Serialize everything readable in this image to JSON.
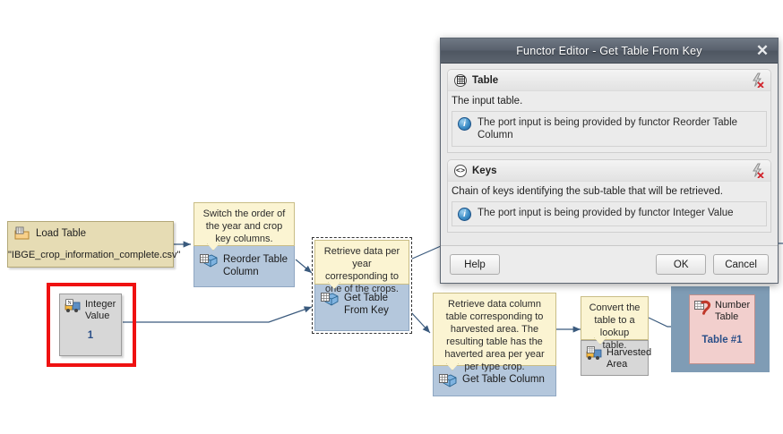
{
  "dialog": {
    "title": "Functor Editor - Get Table From Key",
    "close_label": "✕",
    "sections": [
      {
        "icon": "table-icon",
        "name": "Table",
        "description": "The input table.",
        "info": "The port input is being provided by functor Reorder Table Column",
        "bolt_label": "clear-port-icon"
      },
      {
        "icon": "code-brackets-icon",
        "name": "Keys",
        "description": "Chain of keys identifying the sub-table that will be retrieved.",
        "info": "The port input is being provided by functor Integer Value",
        "bolt_label": "clear-port-icon"
      }
    ],
    "buttons": {
      "help": "Help",
      "ok": "OK",
      "cancel": "Cancel"
    }
  },
  "canvas": {
    "nodes": {
      "load_table": {
        "title": "Load Table",
        "value": "\"IBGE_crop_information_complete.csv\""
      },
      "integer_value": {
        "title_line1": "Integer",
        "title_line2": "Value",
        "value": "1"
      },
      "reorder_table_column": {
        "comment": "Switch the order of the year and crop key columns.",
        "title": "Reorder Table Column"
      },
      "get_table_from_key": {
        "comment": "Retrieve data per year corresponding to one of the crops.",
        "title": "Get Table From Key"
      },
      "get_table_column": {
        "comment": "Retrieve data column table corresponding to harvested area. The resulting table has the haverted area per year per type crop.",
        "title": "Get Table Column"
      },
      "harvested_area": {
        "comment": "Convert the table to a lookup table.",
        "title_line1": "Harvested",
        "title_line2": "Area"
      },
      "number_table": {
        "title_line1": "Number",
        "title_line2": "Table",
        "value": "Table #1"
      }
    }
  },
  "colors": {
    "comment_bg": "#fbf4d2",
    "functor_bg": "#b4c7dc",
    "load_bg": "#e6dcb4",
    "result_bg": "#f2cfcd",
    "highlight": "#ef1111",
    "titlebar": "#59616d"
  }
}
